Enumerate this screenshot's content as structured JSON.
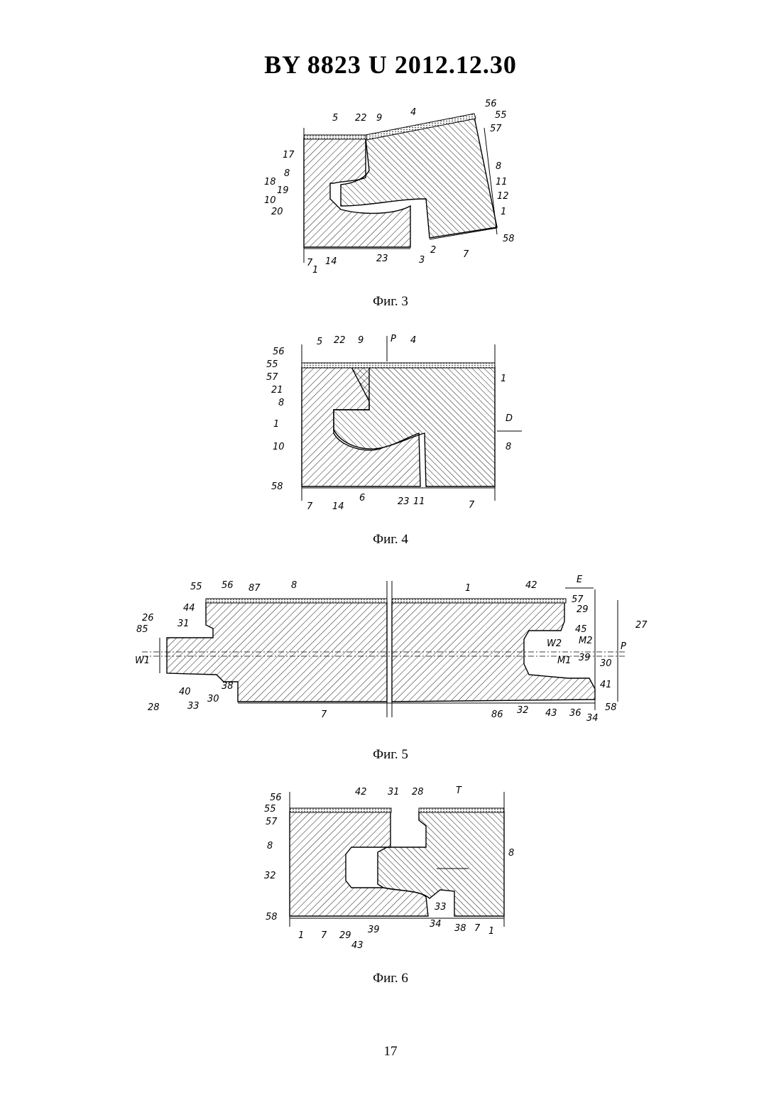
{
  "header": {
    "title": "BY  8823  U  2012.12.30"
  },
  "figures": [
    {
      "caption": "Фиг. 3",
      "labels": [
        "56",
        "55",
        "57",
        "5",
        "22",
        "9",
        "4",
        "17",
        "8",
        "18",
        "19",
        "10",
        "20",
        "8",
        "11",
        "12",
        "1",
        "58",
        "7",
        "2",
        "3",
        "23",
        "14",
        "7",
        "1"
      ]
    },
    {
      "caption": "Фиг. 4",
      "labels": [
        "5",
        "22",
        "9",
        "P",
        "4",
        "56",
        "55",
        "57",
        "21",
        "8",
        "1",
        "10",
        "1",
        "D",
        "8",
        "58",
        "7",
        "14",
        "6",
        "23",
        "11",
        "7"
      ]
    },
    {
      "caption": "Фиг. 5",
      "labels": [
        "55",
        "56",
        "87",
        "8",
        "1",
        "42",
        "E",
        "57",
        "29",
        "27",
        "26",
        "44",
        "31",
        "85",
        "45",
        "W2",
        "M2",
        "P",
        "W1",
        "M1",
        "39",
        "30",
        "41",
        "28",
        "40",
        "33",
        "30",
        "38",
        "7",
        "86",
        "32",
        "43",
        "36",
        "34",
        "58"
      ]
    },
    {
      "caption": "Фиг. 6",
      "labels": [
        "56",
        "55",
        "57",
        "42",
        "31",
        "28",
        "T",
        "8",
        "8",
        "32",
        "58",
        "1",
        "7",
        "29",
        "43",
        "39",
        "34",
        "33",
        "38",
        "7",
        "1"
      ]
    }
  ],
  "footer": {
    "page_number": "17"
  }
}
